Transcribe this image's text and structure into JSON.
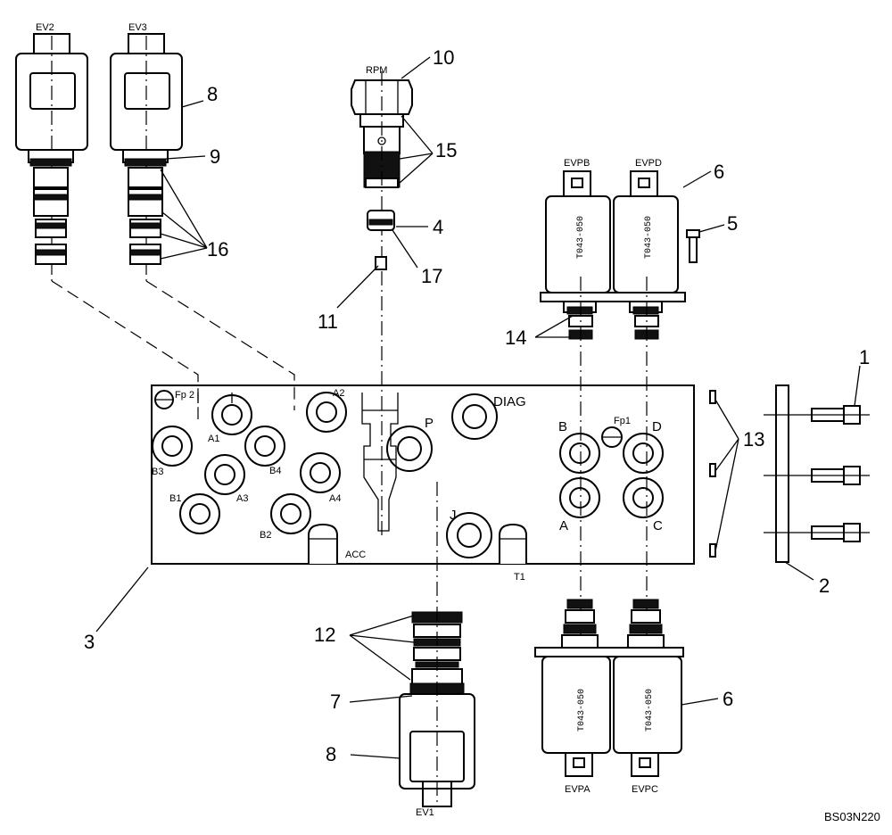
{
  "callouts": {
    "c1": "1",
    "c2": "2",
    "c3": "3",
    "c4": "4",
    "c5": "5",
    "c6a": "6",
    "c6b": "6",
    "c7": "7",
    "c8a": "8",
    "c8b": "8",
    "c9": "9",
    "c10": "10",
    "c11": "11",
    "c12": "12",
    "c13": "13",
    "c14": "14",
    "c15": "15",
    "c16": "16",
    "c17": "17"
  },
  "component_labels": {
    "ev2": "EV2",
    "ev3": "EV3",
    "rpm": "RPM",
    "evpb": "EVPB",
    "evpd": "EVPD",
    "evpa": "EVPA",
    "evpc": "EVPC",
    "ev1": "EV1"
  },
  "solenoid_marking": "T043-050",
  "port_labels": {
    "fp2": "Fp 2",
    "fp1": "Fp1",
    "a1": "A1",
    "a2": "A2",
    "a3": "A3",
    "a4": "A4",
    "b1": "B1",
    "b2": "B2",
    "b3": "B3",
    "b4": "B4",
    "acc": "ACC",
    "t1": "T1",
    "p": "P",
    "diag": "DIAG",
    "j": "J",
    "A": "A",
    "B": "B",
    "C": "C",
    "D": "D"
  },
  "reference_code": "BS03N220"
}
